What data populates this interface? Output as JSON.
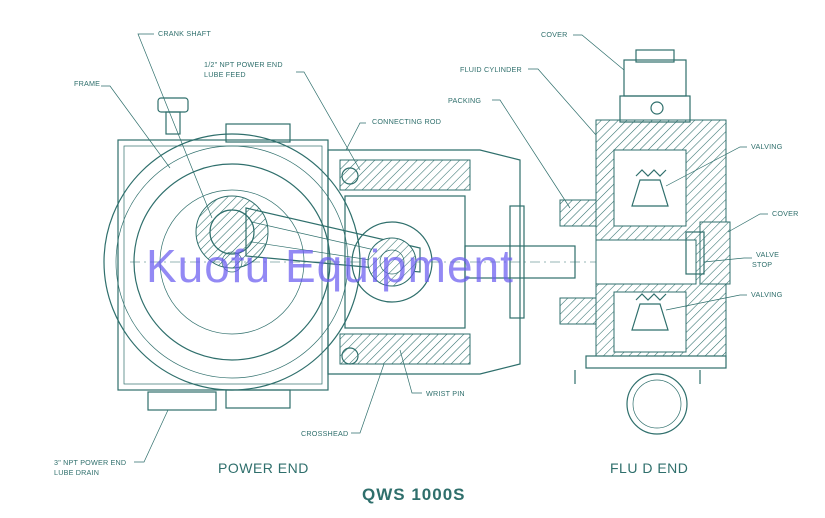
{
  "labels": {
    "crank_shaft": "CRANK SHAFT",
    "frame": "FRAME",
    "npt_feed_line1": "1/2\" NPT POWER END",
    "npt_feed_line2": "LUBE FEED",
    "connecting_rod": "CONNECTING ROD",
    "packing": "PACKING",
    "fluid_cylinder": "FLUID CYLINDER",
    "cover_top": "COVER",
    "valving_top": "VALVING",
    "cover_right": "COVER",
    "valve_stop_line1": "VALVE",
    "valve_stop_line2": "STOP",
    "valving_bottom": "VALVING",
    "wrist_pin": "WRIST PIN",
    "crosshead": "CROSSHEAD",
    "npt_drain_line1": "3\" NPT POWER END",
    "npt_drain_line2": "LUBE DRAIN"
  },
  "sections": {
    "power_end": "POWER END",
    "fluid_end": "FLU D END"
  },
  "model": "QWS 1000S",
  "watermark": "Kuofu Equipment",
  "colors": {
    "ink": "#2f6f6c",
    "watermark": "#6a5cf0",
    "background": "#ffffff"
  }
}
